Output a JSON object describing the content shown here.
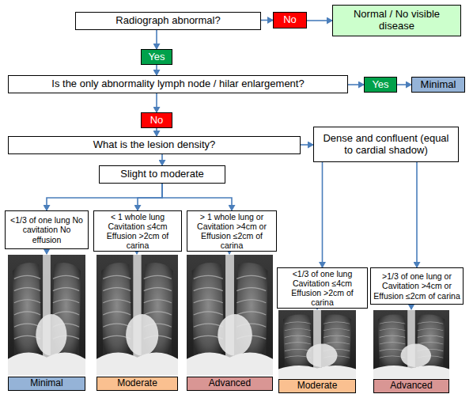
{
  "diagram": {
    "nodes": [
      {
        "text": [
          "Radiograph abnormal?"
        ]
      },
      {
        "text": [
          "No"
        ]
      },
      {
        "text": [
          "Normal / No visible disease"
        ]
      },
      {
        "text": [
          "Yes"
        ]
      },
      {
        "text": [
          "Is the only abnormality lymph node / hilar enlargement?"
        ]
      },
      {
        "text": [
          "Yes"
        ]
      },
      {
        "text": [
          "Minimal"
        ]
      },
      {
        "text": [
          "No"
        ]
      },
      {
        "text": [
          "What is the lesion density?"
        ]
      },
      {
        "text": [
          "Dense and confluent (equal to cardial shadow)"
        ]
      },
      {
        "text": [
          "Slight to moderate"
        ]
      },
      {
        "text": [
          "<1/3 of one lung No cavitation No effusion"
        ]
      },
      {
        "text": [
          "< 1 whole lung Cavitation ≤4cm Effusion >2cm of carina"
        ]
      },
      {
        "text": [
          "> 1 whole lung or Cavitation >4cm or Effusion ≤2cm of carina"
        ]
      },
      {
        "text": [
          "<1/3 of one lung Cavitation ≤4cm Effusion >2cm of carina"
        ]
      },
      {
        "text": [
          ">1/3 of one lung or Cavitation >4cm or Effusion ≤2cm of carina"
        ]
      },
      {
        "text": [
          "Minimal"
        ]
      },
      {
        "text": [
          "Moderate"
        ]
      },
      {
        "text": [
          "Advanced"
        ]
      },
      {
        "text": [
          "Moderate"
        ]
      },
      {
        "text": [
          "Advanced"
        ]
      }
    ],
    "edges": [
      {
        "from": 0,
        "to": 1,
        "arrow": "to"
      },
      {
        "from": 1,
        "to": 2,
        "arrow": "to"
      },
      {
        "from": 0,
        "to": 3,
        "arrow": "to"
      },
      {
        "from": 3,
        "to": 4,
        "arrow": "to"
      },
      {
        "from": 4,
        "to": 5,
        "arrow": "to"
      },
      {
        "from": 5,
        "to": 6,
        "arrow": "to"
      },
      {
        "from": 4,
        "to": 7,
        "arrow": "to"
      },
      {
        "from": 7,
        "to": 8,
        "arrow": "to"
      },
      {
        "from": 8,
        "to": 9,
        "arrow": "to"
      },
      {
        "from": 8,
        "to": 10,
        "arrow": "to"
      },
      {
        "from": 10,
        "to": 11,
        "arrow": "to"
      },
      {
        "from": 10,
        "to": 12,
        "arrow": "to"
      },
      {
        "from": 10,
        "to": 13,
        "arrow": "to"
      },
      {
        "from": 9,
        "to": 14,
        "arrow": "to"
      },
      {
        "from": 9,
        "to": 15,
        "arrow": "to"
      }
    ]
  }
}
